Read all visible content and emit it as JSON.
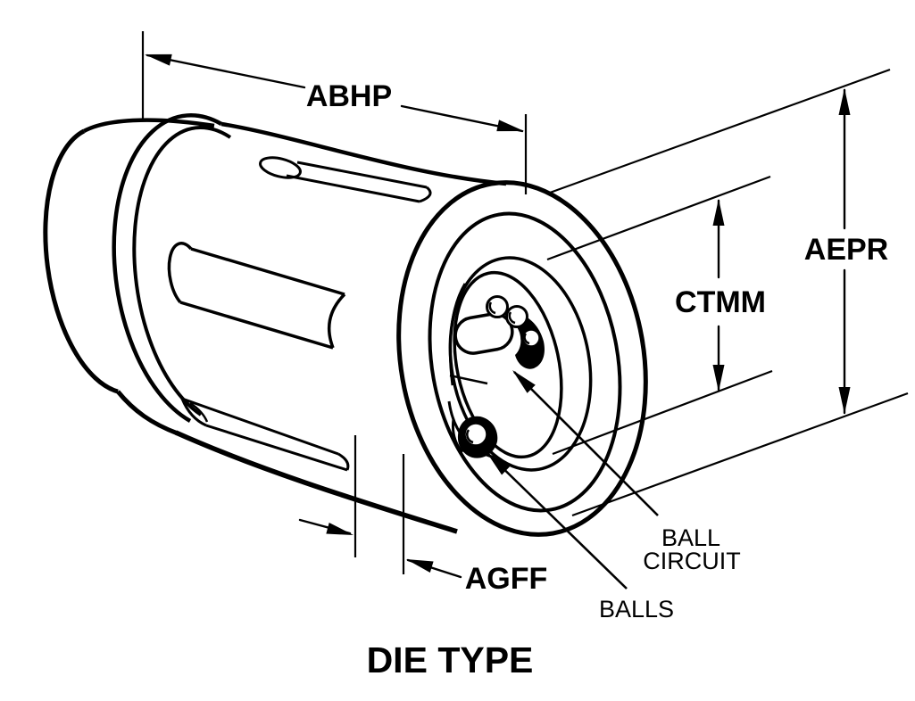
{
  "drawing": {
    "title": "DIE TYPE",
    "dimensions": {
      "abhp": "ABHP",
      "aepr": "AEPR",
      "ctmm": "CTMM",
      "agff": "AGFF"
    },
    "callouts": {
      "ball_circuit_line1": "BALL",
      "ball_circuit_line2": "CIRCUIT",
      "balls": "BALLS"
    },
    "colors": {
      "ink": "#000000",
      "paper": "#ffffff"
    }
  }
}
